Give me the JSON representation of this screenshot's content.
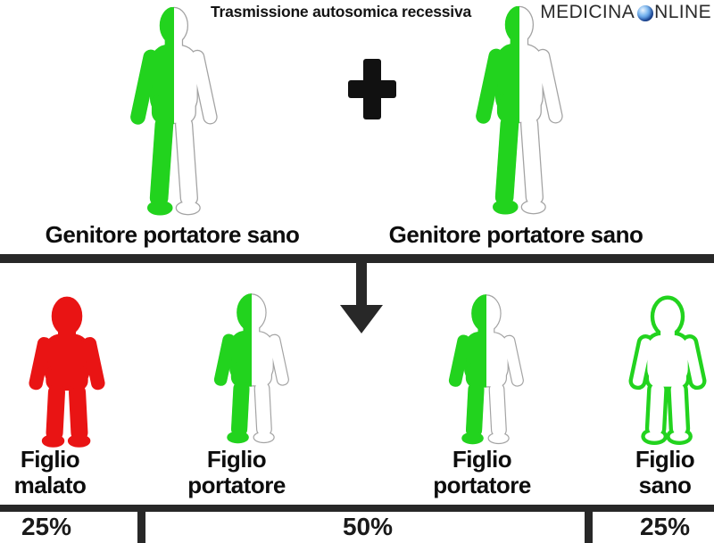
{
  "header": {
    "title": "Trasmissione autosomica recessiva",
    "logo": {
      "word1": "MEDICINA",
      "word2_rest": "NLINE",
      "globe_icon": "globe-icon"
    }
  },
  "parents": {
    "plus_icon": "plus-icon",
    "left": {
      "label": "Genitore portatore sano",
      "figure": "half-green-adult-silhouette"
    },
    "right": {
      "label": "Genitore portatore sano",
      "figure": "half-green-adult-silhouette"
    }
  },
  "divider": {
    "arrow_icon": "down-arrow-icon"
  },
  "children": [
    {
      "label_line1": "Figlio",
      "label_line2": "malato",
      "figure": "red-filled-child-silhouette"
    },
    {
      "label_line1": "Figlio",
      "label_line2": "portatore",
      "figure": "half-green-child-silhouette"
    },
    {
      "label_line1": "Figlio",
      "label_line2": "portatore",
      "figure": "half-green-child-silhouette"
    },
    {
      "label_line1": "Figlio",
      "label_line2": "sano",
      "figure": "green-outline-child-silhouette"
    }
  ],
  "probabilities": [
    {
      "value": "25%"
    },
    {
      "value": "50%"
    },
    {
      "value": "25%"
    }
  ],
  "colors": {
    "carrier_green": "#22d31e",
    "affected_red": "#e91414",
    "outline_gray": "#a3a3a3",
    "line_dark": "#282828",
    "background": "#ffffff"
  }
}
